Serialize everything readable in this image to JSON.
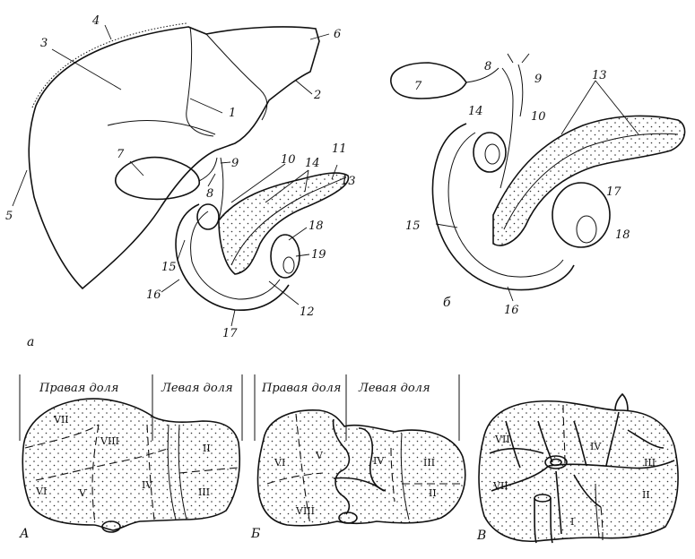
{
  "fig_a": {
    "panel_label": "а",
    "labels": [
      "1",
      "2",
      "3",
      "4",
      "5",
      "6",
      "7",
      "8",
      "9",
      "10",
      "11",
      "12",
      "13",
      "14",
      "15",
      "16",
      "17",
      "18",
      "19"
    ]
  },
  "fig_b": {
    "panel_label": "б",
    "labels": [
      "7",
      "8",
      "9",
      "10",
      "13",
      "14",
      "15",
      "16",
      "17",
      "18"
    ]
  },
  "segments": {
    "A": {
      "panel_label": "А",
      "right_lobe": "Правая доля",
      "left_lobe": "Левая доля",
      "segments": [
        "VII",
        "VIII",
        "VI",
        "V",
        "IV",
        "II",
        "III"
      ]
    },
    "B": {
      "panel_label": "Б",
      "right_lobe": "Правая доля",
      "left_lobe": "Левая доля",
      "segments": [
        "VI",
        "V",
        "VIII",
        "IV",
        "III",
        "II"
      ]
    },
    "C": {
      "panel_label": "В",
      "segments": [
        "VII",
        "VII",
        "IV",
        "III",
        "II",
        "I"
      ]
    }
  }
}
